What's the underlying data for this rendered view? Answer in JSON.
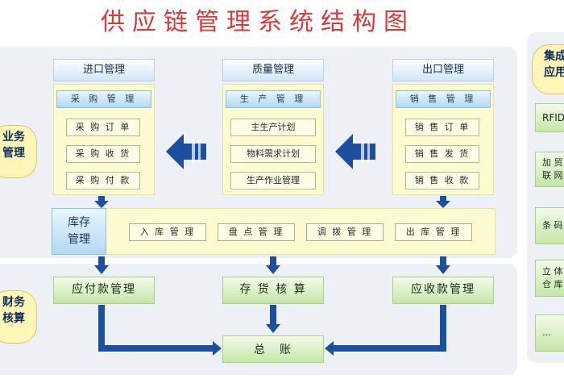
{
  "title": "供应链管理系统结构图",
  "labels": {
    "business": [
      "业务",
      "管理"
    ],
    "finance": [
      "财务",
      "核算"
    ],
    "integration": [
      "集成",
      "应用"
    ]
  },
  "columns": {
    "import": {
      "header": "进口管理",
      "sub": "采 购 管 理",
      "items": [
        "采 购 订 单",
        "采 购 收 货",
        "采 购 付 款"
      ]
    },
    "quality": {
      "header": "质量管理",
      "sub": "生 产 管 理",
      "items": [
        "主生产计划",
        "物料需求计划",
        "生产作业管理"
      ]
    },
    "export": {
      "header": "出口管理",
      "sub": "销 售 管 理",
      "items": [
        "销 售 订 单",
        "销 售 发 货",
        "销 售 收 款"
      ]
    }
  },
  "inventory": {
    "title": [
      "库存",
      "管理"
    ],
    "items": [
      "入 库 管 理",
      "盘 点 管 理",
      "调 拨 管 理",
      "出 库 管 理"
    ]
  },
  "finance_boxes": {
    "payable": "应付款管理",
    "stock_accounting": "存 货 核 算",
    "receivable": "应收款管理",
    "ledger": "总　账"
  },
  "side_items": [
    "RFID",
    "加 贸\n联 网",
    "条 码",
    "立 体\n仓 库",
    "…"
  ],
  "colors": {
    "title": "#d93a3a",
    "arrow_blue": "#1c4f9c",
    "panel": "#edf1f5",
    "column_bg": "#fffbd0",
    "green_box": "#c6e6a8"
  }
}
